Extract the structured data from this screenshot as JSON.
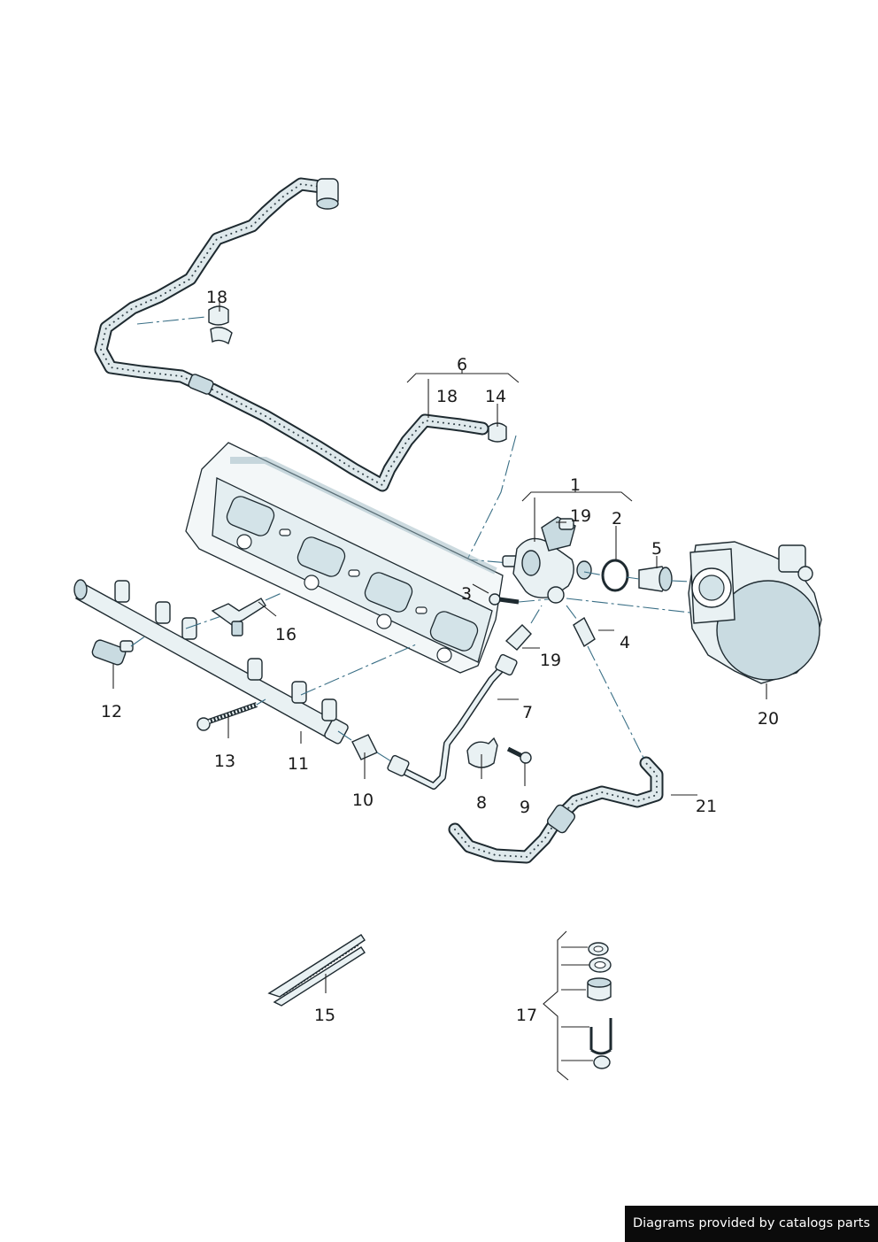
{
  "callouts": {
    "c1": "1",
    "c2": "2",
    "c3": "3",
    "c4": "4",
    "c5": "5",
    "c6": "6",
    "c7": "7",
    "c8": "8",
    "c9": "9",
    "c10": "10",
    "c11": "11",
    "c12": "12",
    "c13": "13",
    "c14": "14",
    "c15": "15",
    "c16": "16",
    "c17": "17",
    "c18a": "18",
    "c18b": "18",
    "c19a": "19",
    "c19b": "19",
    "c20": "20",
    "c21": "21"
  },
  "footer": {
    "text": "Diagrams provided by catalogs parts"
  },
  "colors": {
    "outline": "#1e2a30",
    "fill": "#e9f1f3",
    "shade": "#c9dbe1",
    "leader_dash": "#3a6f86"
  }
}
